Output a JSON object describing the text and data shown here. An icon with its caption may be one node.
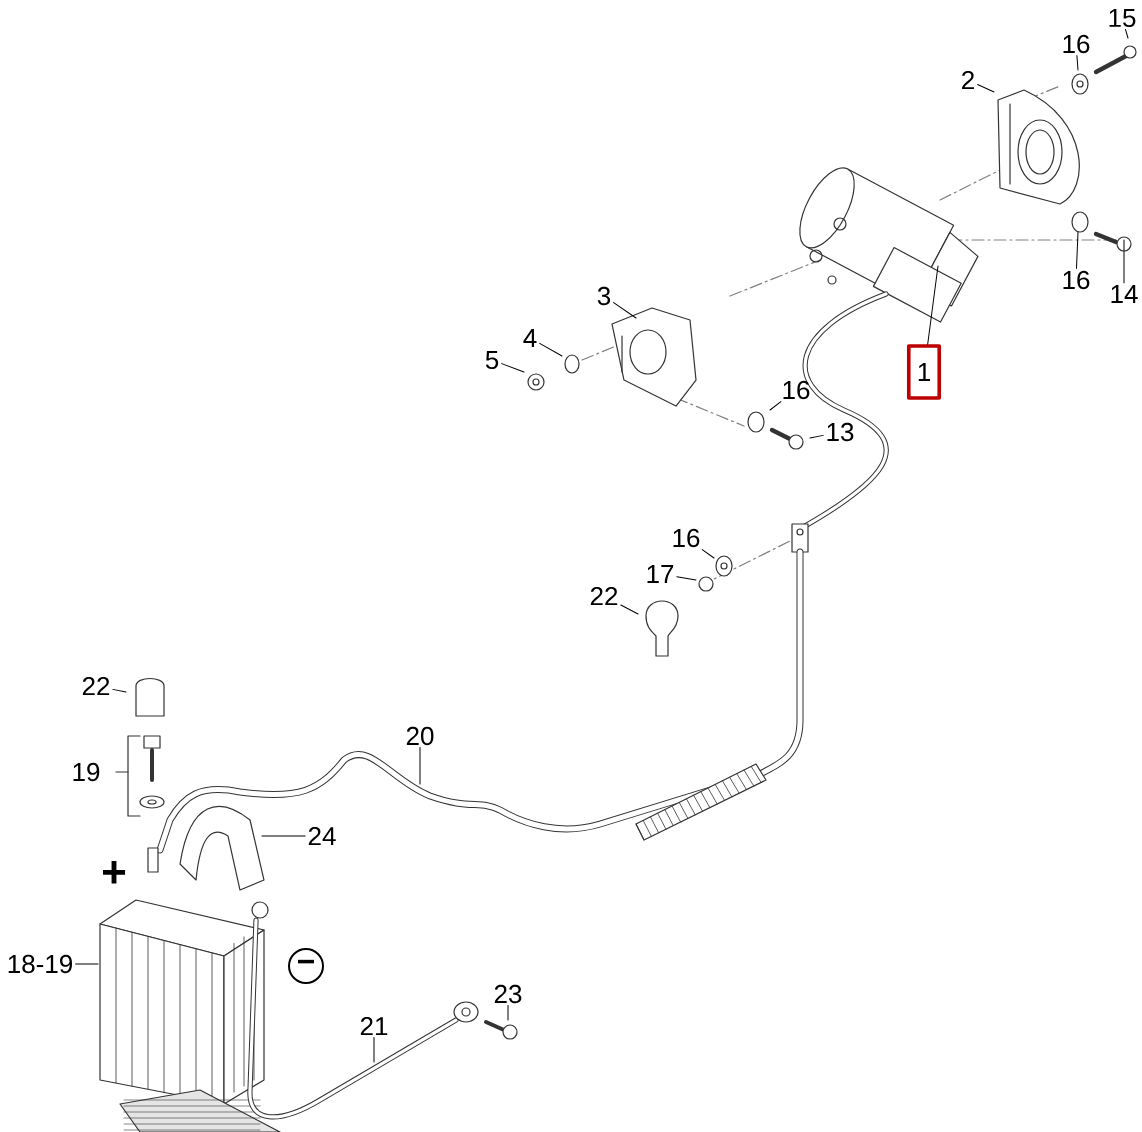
{
  "diagram": {
    "nodes": [
      {
        "text": [
          "15"
        ]
      },
      {
        "text": [
          "16"
        ]
      },
      {
        "text": [
          "2"
        ]
      },
      {
        "text": [
          "16"
        ]
      },
      {
        "text": [
          "14"
        ]
      },
      {
        "text": [
          "1"
        ]
      },
      {
        "text": [
          "3"
        ]
      },
      {
        "text": [
          "4"
        ]
      },
      {
        "text": [
          "5"
        ]
      },
      {
        "text": [
          "16"
        ]
      },
      {
        "text": [
          "13"
        ]
      },
      {
        "text": [
          "16"
        ]
      },
      {
        "text": [
          "17"
        ]
      },
      {
        "text": [
          "22"
        ]
      },
      {
        "text": [
          "20"
        ]
      },
      {
        "text": [
          "22"
        ]
      },
      {
        "text": [
          "24"
        ]
      },
      {
        "text": [
          "18-19"
        ]
      },
      {
        "text": [
          "21"
        ]
      },
      {
        "text": [
          "23"
        ]
      }
    ],
    "edges": [
      {
        "from": 0,
        "to": null,
        "arrow": "none"
      },
      {
        "from": 1,
        "to": null,
        "arrow": "none"
      },
      {
        "from": 2,
        "to": null,
        "arrow": "none"
      },
      {
        "from": 3,
        "to": null,
        "arrow": "none"
      },
      {
        "from": 4,
        "to": null,
        "arrow": "none"
      },
      {
        "from": 5,
        "to": null,
        "arrow": "none"
      },
      {
        "from": 6,
        "to": null,
        "arrow": "none"
      },
      {
        "from": 7,
        "to": null,
        "arrow": "none"
      },
      {
        "from": 8,
        "to": null,
        "arrow": "none"
      },
      {
        "from": 9,
        "to": null,
        "arrow": "none"
      },
      {
        "from": 10,
        "to": null,
        "arrow": "none"
      },
      {
        "from": 11,
        "to": null,
        "arrow": "none"
      },
      {
        "from": 12,
        "to": null,
        "arrow": "none"
      },
      {
        "from": 13,
        "to": null,
        "arrow": "none"
      },
      {
        "from": 14,
        "to": null,
        "arrow": "none"
      },
      {
        "from": 15,
        "to": null,
        "arrow": "none"
      },
      {
        "from": 16,
        "to": null,
        "arrow": "none"
      },
      {
        "from": 17,
        "to": null,
        "arrow": "none"
      },
      {
        "from": 18,
        "to": null,
        "arrow": "none"
      },
      {
        "from": 19,
        "to": null,
        "arrow": "none"
      }
    ],
    "labels": [
      "19",
      "+",
      "−"
    ]
  }
}
